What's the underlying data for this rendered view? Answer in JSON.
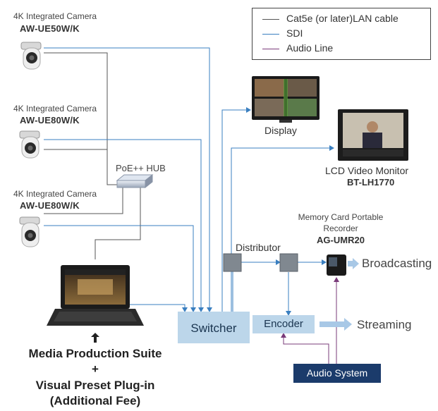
{
  "legend": {
    "lan_label": "Cat5e (or later)LAN cable",
    "sdi_label": "SDI",
    "audio_label": "Audio Line",
    "colors": {
      "lan": "#555555",
      "sdi": "#3a7fc0",
      "audio": "#7a3b7a"
    }
  },
  "cameras": [
    {
      "type": "4K Integrated Camera",
      "model": "AW-UE50W/K"
    },
    {
      "type": "4K Integrated Camera",
      "model": "AW-UE80W/K"
    },
    {
      "type": "4K Integrated Camera",
      "model": "AW-UE80W/K"
    }
  ],
  "hub": {
    "label": "PoE++ HUB"
  },
  "display": {
    "label": "Display"
  },
  "lcd_monitor": {
    "name": "LCD Video Monitor",
    "model": "BT-LH1770"
  },
  "recorder": {
    "name_line1": "Memory Card Portable",
    "name_line2": "Recorder",
    "model": "AG-UMR20"
  },
  "distributor": {
    "label": "Distributor"
  },
  "switcher": {
    "label": "Switcher"
  },
  "encoder": {
    "label": "Encoder"
  },
  "broadcasting": {
    "label": "Broadcasting"
  },
  "streaming": {
    "label": "Streaming"
  },
  "audio_system": {
    "label": "Audio System"
  },
  "software": {
    "line1": "Media Production Suite",
    "line2": "+",
    "line3": "Visual Preset Plug-in",
    "line4": "(Additional Fee)"
  }
}
